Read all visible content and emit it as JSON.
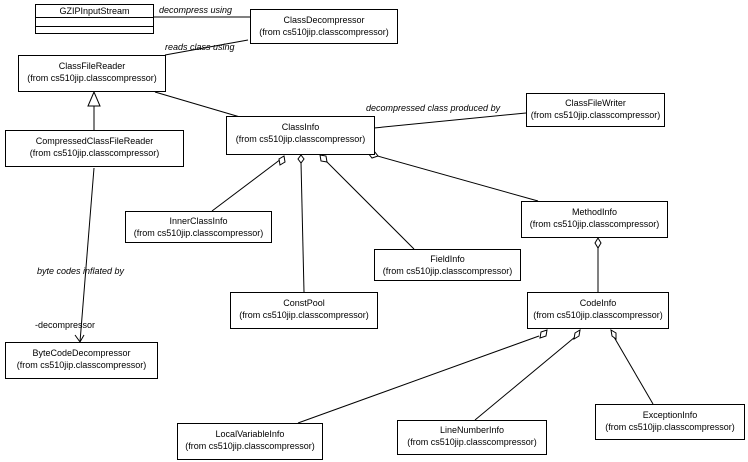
{
  "classes": {
    "gzip": {
      "name": "GZIPInputStream"
    },
    "class_decompressor": {
      "name": "ClassDecompressor",
      "package": "(from cs510jip.classcompressor)"
    },
    "class_file_reader": {
      "name": "ClassFileReader",
      "package": "(from cs510jip.classcompressor)"
    },
    "compressed_class_file_reader": {
      "name": "CompressedClassFileReader",
      "package": "(from cs510jip.classcompressor)"
    },
    "class_info": {
      "name": "ClassInfo",
      "package": "(from cs510jip.classcompressor)"
    },
    "class_file_writer": {
      "name": "ClassFileWriter",
      "package": "(from cs510jip.classcompressor)"
    },
    "inner_class_info": {
      "name": "InnerClassInfo",
      "package": "(from cs510jip.classcompressor)"
    },
    "field_info": {
      "name": "FieldInfo",
      "package": "(from cs510jip.classcompressor)"
    },
    "method_info": {
      "name": "MethodInfo",
      "package": "(from cs510jip.classcompressor)"
    },
    "const_pool": {
      "name": "ConstPool",
      "package": "(from cs510jip.classcompressor)"
    },
    "code_info": {
      "name": "CodeInfo",
      "package": "(from cs510jip.classcompressor)"
    },
    "byte_code_decompressor": {
      "name": "ByteCodeDecompressor",
      "package": "(from cs510jip.classcompressor)"
    },
    "local_variable_info": {
      "name": "LocalVariableInfo",
      "package": "(from cs510jip.classcompressor)"
    },
    "line_number_info": {
      "name": "LineNumberInfo",
      "package": "(from cs510jip.classcompressor)"
    },
    "exception_info": {
      "name": "ExceptionInfo",
      "package": "(from cs510jip.classcompressor)"
    }
  },
  "labels": {
    "decompress_using": "decompress using",
    "reads_class_using": "reads class using",
    "decompressed_class_produced_by": "decompressed class produced by",
    "byte_codes_inflated_by": "byte codes inflated by",
    "role_decompressor": "-decompressor"
  }
}
